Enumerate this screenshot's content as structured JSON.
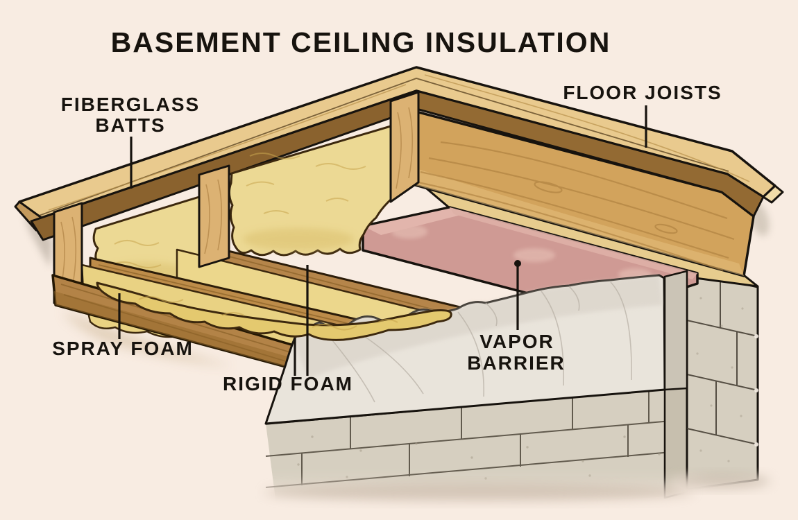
{
  "title": "BASEMENT CEILING INSULATION",
  "labels": {
    "fiberglass_batts": {
      "line1": "FIBERGLASS",
      "line2": "BATTS"
    },
    "floor_joists": "FLOOR JOISTS",
    "spray_foam": "SPRAY FOAM",
    "rigid_foam": "RIGID FOAM",
    "vapor_barrier": {
      "line1": "VAPOR",
      "line2": "BARRIER"
    }
  },
  "colors": {
    "background": "#f8ece2",
    "outline": "#17130e",
    "label_text": "#17130e",
    "wood_plank": "#e9ca8e",
    "wood_rim": "#d2a35c",
    "wood_joist": "#dcb273",
    "wood_board": "#b5854a",
    "wood_reveal": "#8a622e",
    "insulation_batt": "#ecd994",
    "insulation_spray": "#e4c96f",
    "rigid_foam_pink": "#cf9a94",
    "rigid_foam_pink_light": "#e2b5ac",
    "vapor_barrier_white": "#e9e4db",
    "concrete": "#d6cfc0"
  }
}
